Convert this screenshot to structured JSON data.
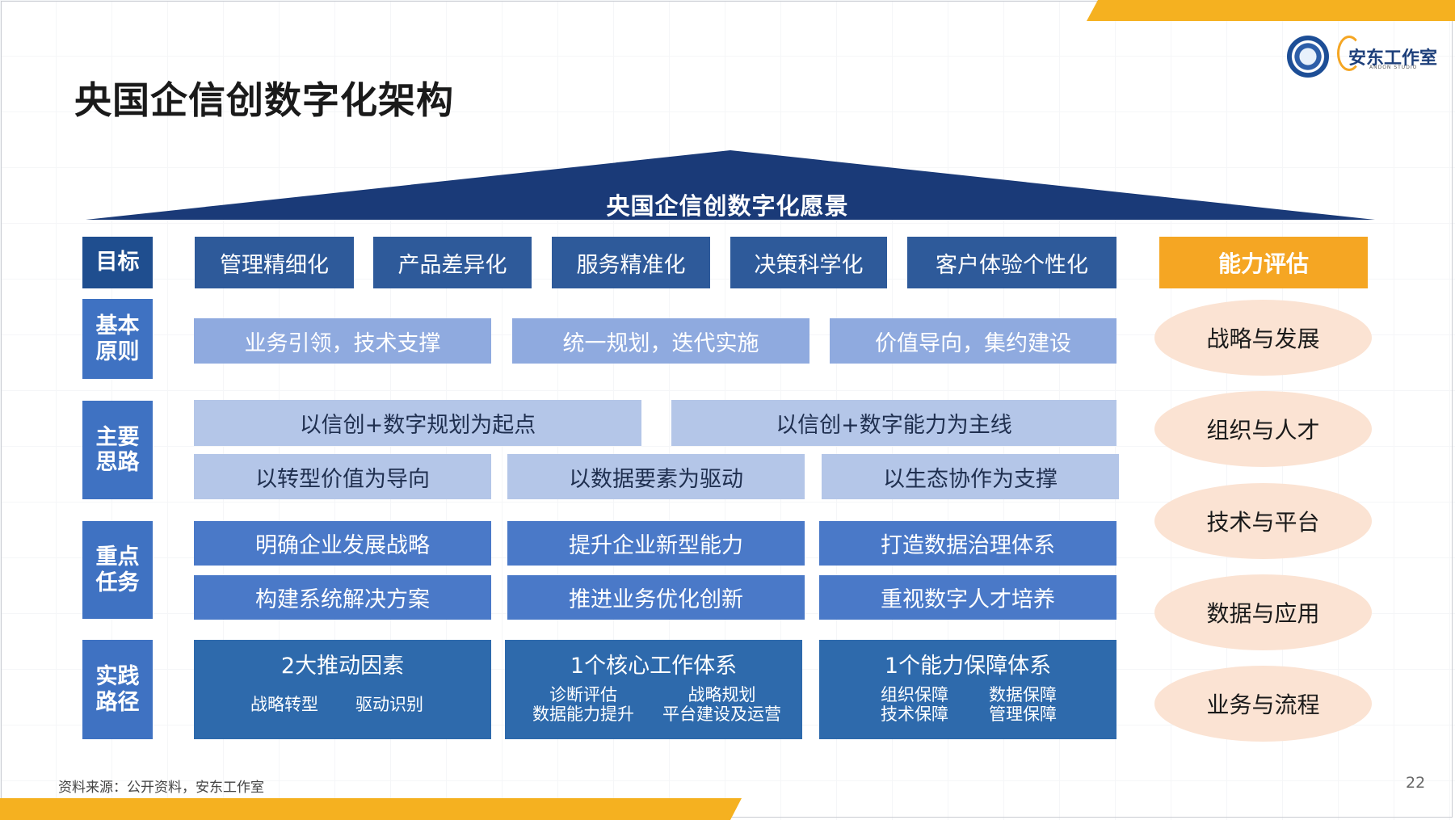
{
  "title": "央国企信创数字化架构",
  "logo": {
    "brand": "安东工作室",
    "sub": "ANDON STUDIO"
  },
  "vision": "央国企信创数字化愿景",
  "rows": {
    "goals": {
      "label": "目标",
      "items": [
        "管理精细化",
        "产品差异化",
        "服务精准化",
        "决策科学化",
        "客户体验个性化"
      ]
    },
    "principles": {
      "label": "基本原则",
      "items": [
        "业务引领，技术支撑",
        "统一规划，迭代实施",
        "价值导向，集约建设"
      ]
    },
    "ideas": {
      "label": "主要思路",
      "top": [
        "以信创+数字规划为起点",
        "以信创+数字能力为主线"
      ],
      "bottom": [
        "以转型价值为导向",
        "以数据要素为驱动",
        "以生态协作为支撑"
      ]
    },
    "tasks": {
      "label": "重点任务",
      "items": [
        "明确企业发展战略",
        "提升企业新型能力",
        "打造数据治理体系",
        "构建系统解决方案",
        "推进业务优化创新",
        "重视数字人才培养"
      ]
    },
    "paths": {
      "label": "实践路径",
      "blocks": [
        {
          "title": "2大推动因素",
          "left": "战略转型",
          "right": "驱动识别"
        },
        {
          "title": "1个核心工作体系",
          "left": "诊断评估\n数据能力提升",
          "right": "战略规划\n平台建设及运营"
        },
        {
          "title": "1个能力保障体系",
          "left": "组织保障\n技术保障",
          "right": "数据保障\n管理保障"
        }
      ]
    }
  },
  "capability": {
    "head": "能力评估",
    "items": [
      "战略与发展",
      "组织与人才",
      "技术与平台",
      "数据与应用",
      "业务与流程"
    ]
  },
  "source": "资料来源：公开资料，安东工作室",
  "page_number": "22",
  "colors": {
    "accent": "#f5b120",
    "navy": "#1a3a78",
    "pale_oval": "#fbe3d3"
  }
}
